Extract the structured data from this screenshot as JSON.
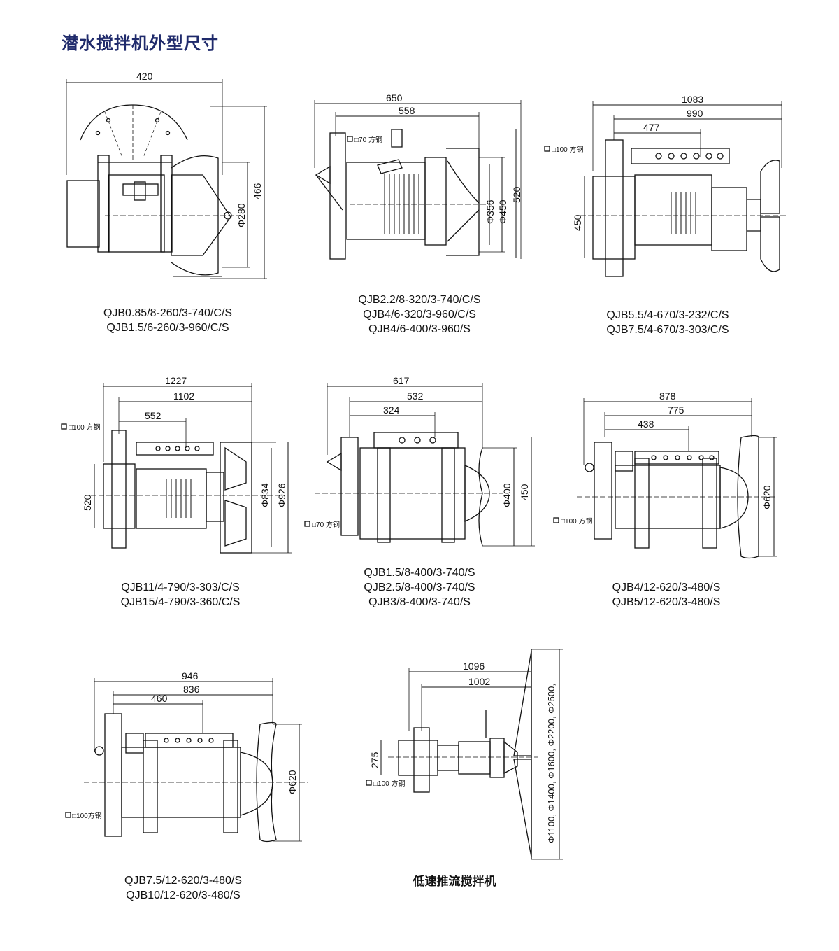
{
  "page_title": "潜水搅拌机外型尺寸",
  "drawings": [
    {
      "dims": {
        "d1": "420",
        "d2": "466",
        "d3": "Φ280"
      },
      "models": [
        "QJB0.85/8-260/3-740/C/S",
        "QJB1.5/6-260/3-960/C/S"
      ]
    },
    {
      "dims": {
        "d1": "650",
        "d2": "558",
        "d3": "Φ356",
        "d4": "Φ450",
        "d5": "520",
        "steel": "□70 方钢"
      },
      "models": [
        "QJB2.2/8-320/3-740/C/S",
        "QJB4/6-320/3-960/C/S",
        "QJB4/6-400/3-960/S"
      ]
    },
    {
      "dims": {
        "d1": "1083",
        "d2": "990",
        "d3": "477",
        "d4": "450",
        "steel": "□100 方钢"
      },
      "models": [
        "QJB5.5/4-670/3-232/C/S",
        "QJB7.5/4-670/3-303/C/S"
      ]
    },
    {
      "dims": {
        "d1": "1227",
        "d2": "1102",
        "d3": "552",
        "d4": "520",
        "d5": "Φ834",
        "d6": "Φ926",
        "steel": "□100 方钢"
      },
      "models": [
        "QJB11/4-790/3-303/C/S",
        "QJB15/4-790/3-360/C/S"
      ]
    },
    {
      "dims": {
        "d1": "617",
        "d2": "532",
        "d3": "324",
        "d4": "Φ400",
        "d5": "450",
        "steel": "□70 方钢"
      },
      "models": [
        "QJB1.5/8-400/3-740/S",
        "QJB2.5/8-400/3-740/S",
        "QJB3/8-400/3-740/S"
      ]
    },
    {
      "dims": {
        "d1": "878",
        "d2": "775",
        "d3": "438",
        "d4": "Φ620",
        "steel": "□100 方钢"
      },
      "models": [
        "QJB4/12-620/3-480/S",
        "QJB5/12-620/3-480/S"
      ]
    },
    {
      "dims": {
        "d1": "946",
        "d2": "836",
        "d3": "460",
        "d4": "Φ620",
        "steel": "□100方钢"
      },
      "models": [
        "QJB7.5/12-620/3-480/S",
        "QJB10/12-620/3-480/S"
      ]
    },
    {
      "dims": {
        "d1": "1096",
        "d2": "1002",
        "d3": "275",
        "d4": "Φ1100, Φ1400, Φ1600, Φ2200, Φ2500,",
        "steel": "□100 方钢"
      },
      "models": [
        "低速推流搅拌机"
      ]
    }
  ]
}
